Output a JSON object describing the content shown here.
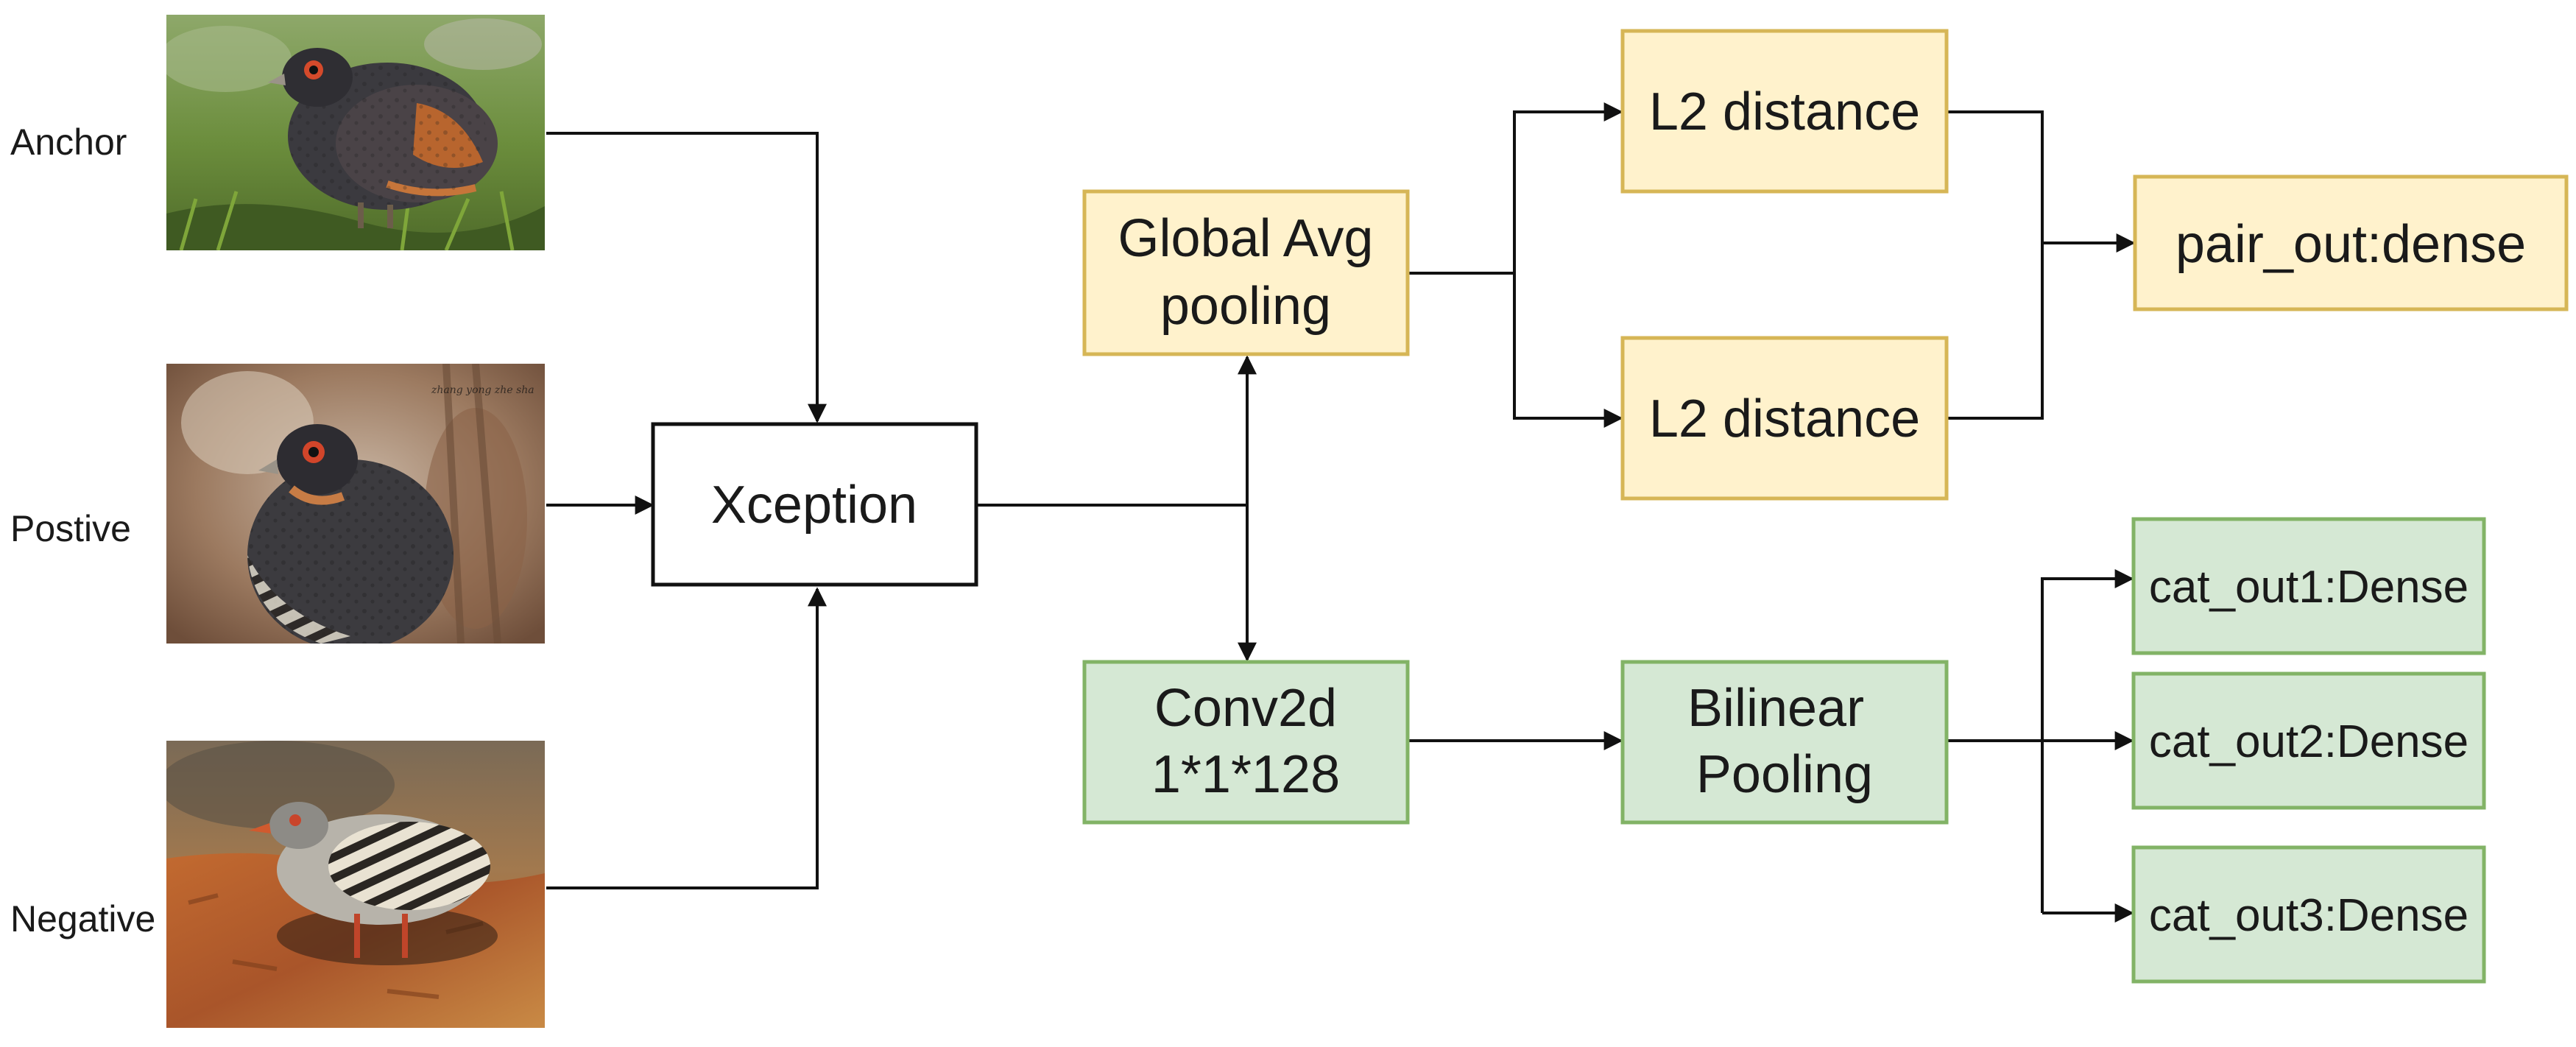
{
  "inputs": {
    "anchor_label": "Anchor",
    "positive_label": "Postive",
    "negative_label": "Negative",
    "photo_watermark": "zhang yong zhe sha"
  },
  "nodes": {
    "xception": "Xception",
    "gap_line1": "Global Avg",
    "gap_line2": "pooling",
    "l2_top": "L2 distance",
    "l2_bottom": "L2 distance",
    "pair_out": "pair_out:dense",
    "conv_line1": "Conv2d",
    "conv_line2": "1*1*128",
    "bilinear_line1": "Bilinear",
    "bilinear_line2": "Pooling",
    "cat1": "cat_out1:Dense",
    "cat2": "cat_out2:Dense",
    "cat3": "cat_out3:Dense"
  },
  "colors": {
    "yellow_fill": "#fff2cc",
    "yellow_stroke": "#d6b656",
    "green_fill": "#d5e8d4",
    "green_stroke": "#82b366",
    "white_fill": "#ffffff",
    "black_stroke": "#111111"
  },
  "icons": {
    "anchor_photo": "partridge-photo",
    "positive_photo": "partridge-photo",
    "negative_photo": "partridge-photo"
  }
}
